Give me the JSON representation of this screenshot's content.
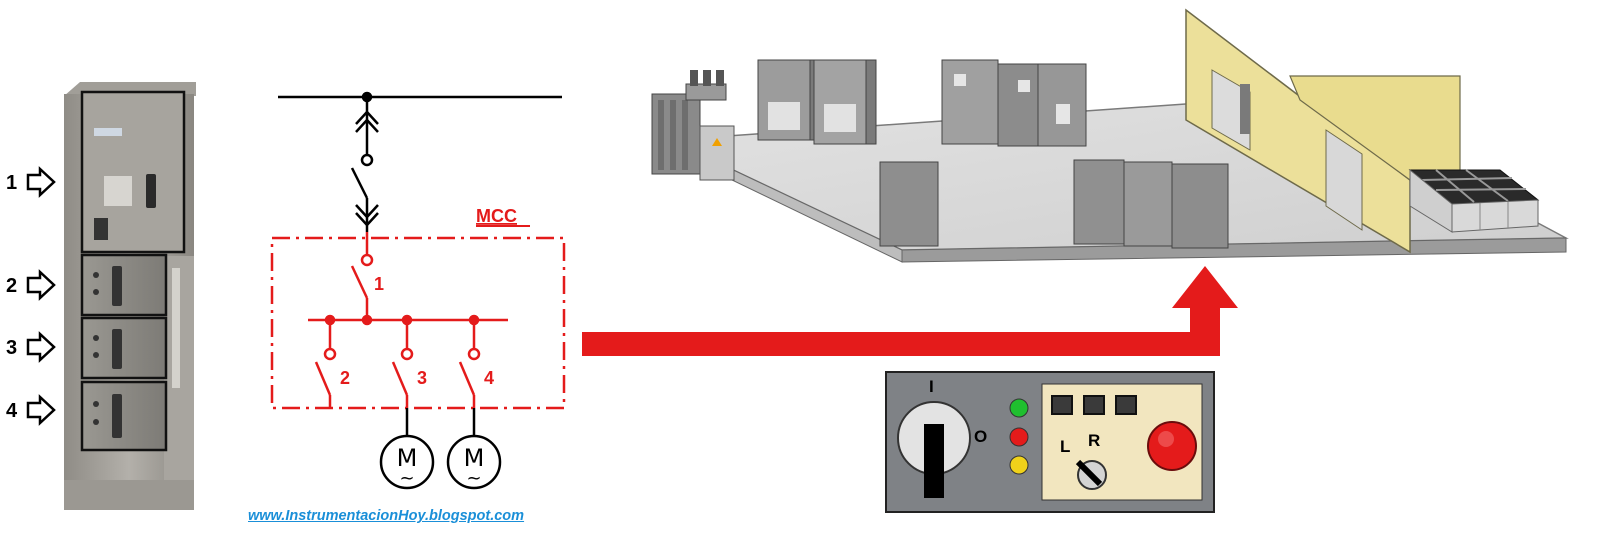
{
  "cabinet": {
    "arrows": [
      {
        "label": "1"
      },
      {
        "label": "2"
      },
      {
        "label": "3"
      },
      {
        "label": "4"
      }
    ]
  },
  "diagram": {
    "mcc_label": "MCC",
    "switch_labels": [
      "1",
      "2",
      "3",
      "4"
    ],
    "motor_symbol": "M",
    "motor_ac_symbol": "~",
    "colors": {
      "red": "#e41b1b",
      "black": "#000000"
    }
  },
  "panel": {
    "switch_on_label": "I",
    "switch_off_label": "O",
    "selector_left_label": "L",
    "selector_right_label": "R",
    "lamp_colors": [
      "#1fbf2f",
      "#e41b1b",
      "#f0d21a"
    ]
  },
  "footer": {
    "url": "www.InstrumentacionHoy.blogspot.com"
  }
}
